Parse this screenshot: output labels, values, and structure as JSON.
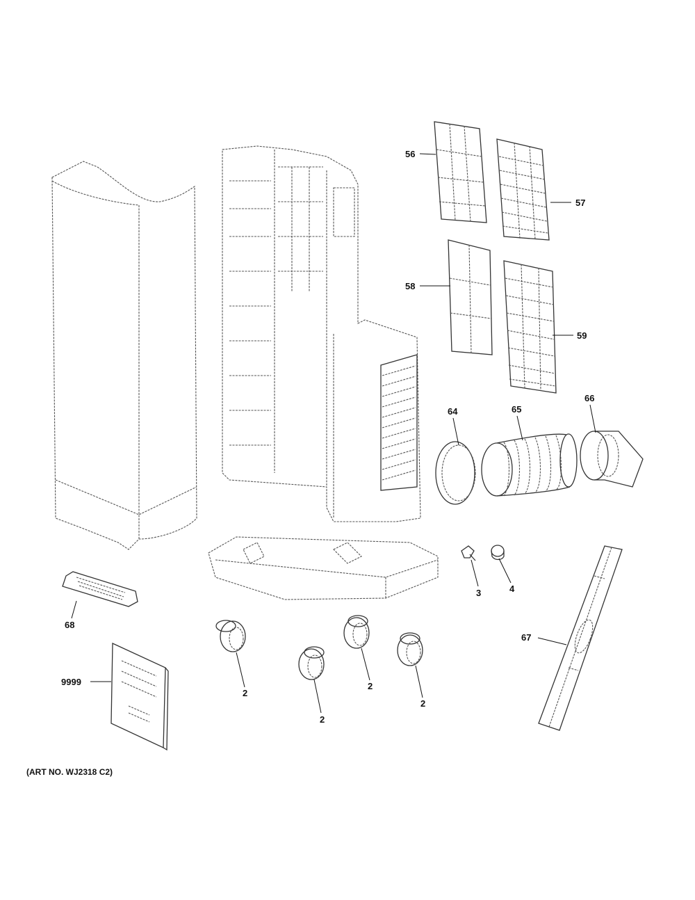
{
  "labels": {
    "p56": "56",
    "p57": "57",
    "p58": "58",
    "p59": "59",
    "p64": "64",
    "p65": "65",
    "p66": "66",
    "p3": "3",
    "p4": "4",
    "p68": "68",
    "p67": "67",
    "p9999": "9999",
    "p2": "2"
  },
  "art_number": "(ART NO. WJ2318 C2)"
}
